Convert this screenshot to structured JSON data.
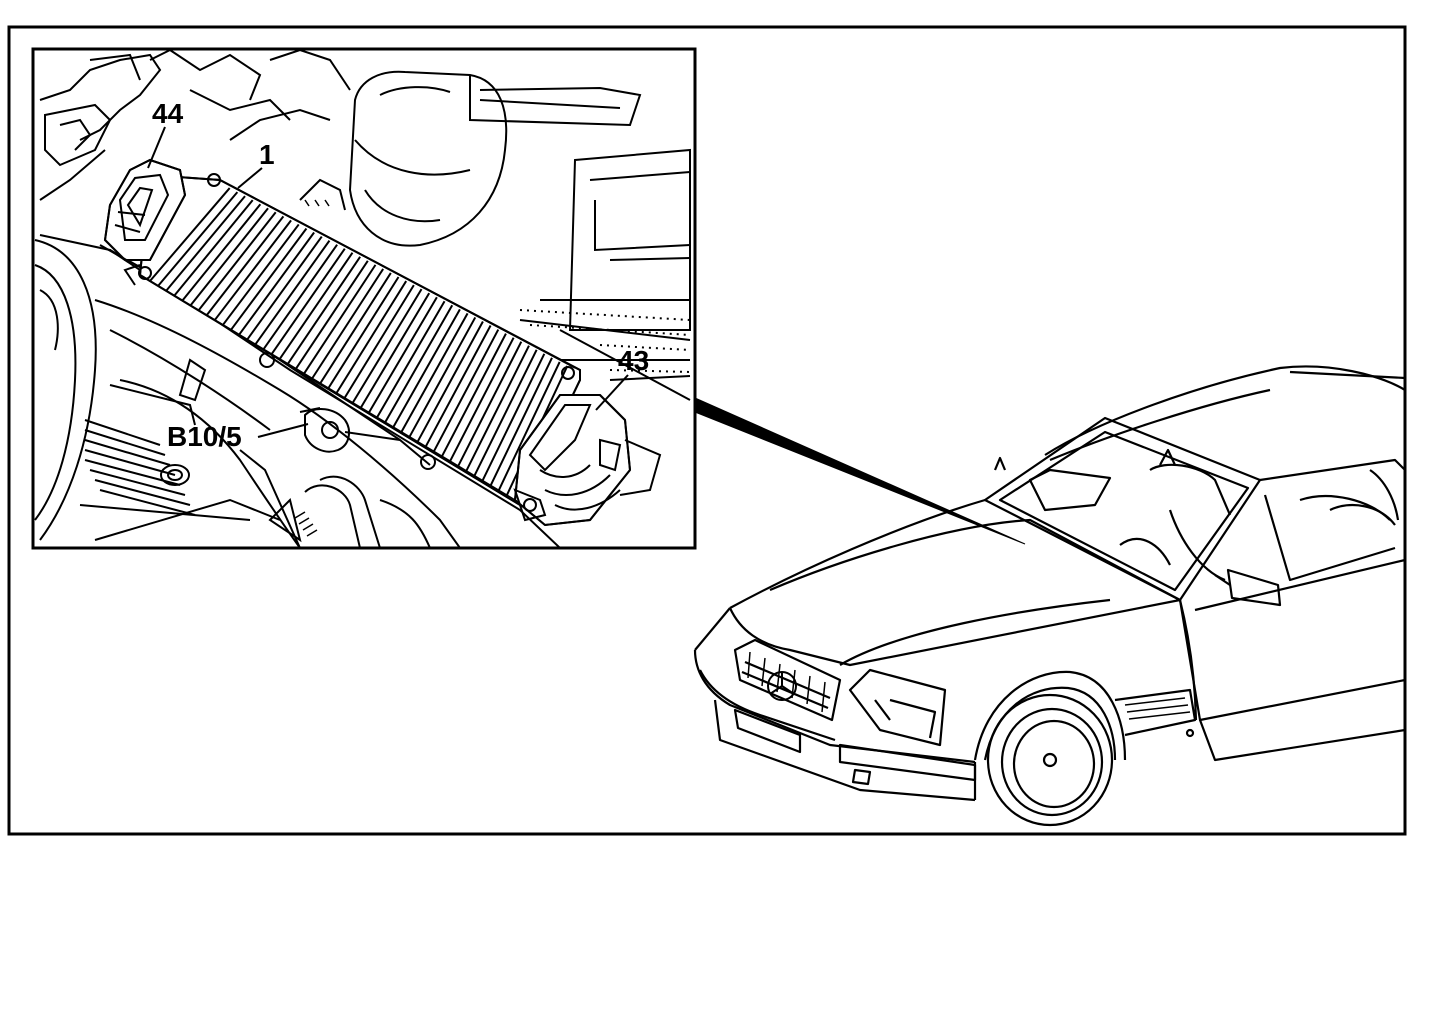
{
  "diagram": {
    "line_color": "#000000",
    "background": "#ffffff",
    "callouts": {
      "filter": "1",
      "left_housing": "44",
      "right_housing": "43",
      "sensor": "B10/5"
    },
    "icons": {
      "car": "car-front-three-quarter-icon",
      "emblem": "three-pointed-star-emblem-icon",
      "filter": "combination-filter-icon"
    }
  }
}
